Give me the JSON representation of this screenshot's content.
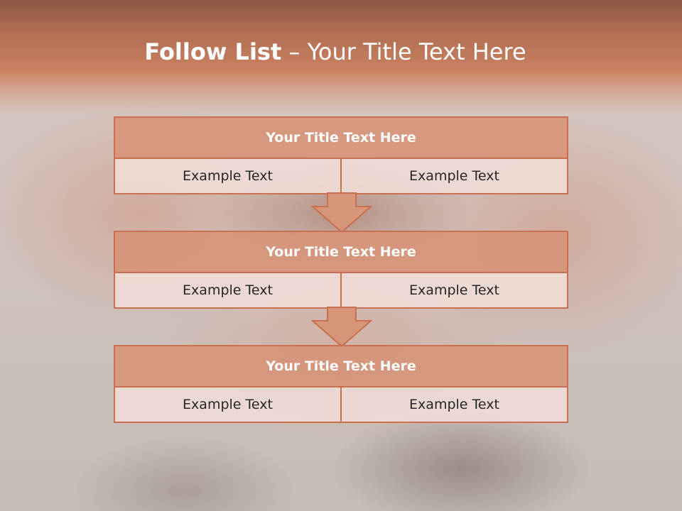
{
  "slide": {
    "title_bold": "Follow List",
    "title_rest": "– Your Title Text Here"
  },
  "blocks": [
    {
      "title": "Your Title Text Here",
      "left": "Example Text",
      "right": "Example Text"
    },
    {
      "title": "Your Title Text Here",
      "left": "Example Text",
      "right": "Example Text"
    },
    {
      "title": "Your Title Text Here",
      "left": "Example Text",
      "right": "Example Text"
    }
  ],
  "arrows": [
    "arrow-down-icon",
    "arrow-down-icon"
  ],
  "colors": {
    "accent": "#c8704f",
    "header_dark": "#8c5743",
    "block_title_fill": "#d69478",
    "cell_fill": "#f0dcd6"
  }
}
